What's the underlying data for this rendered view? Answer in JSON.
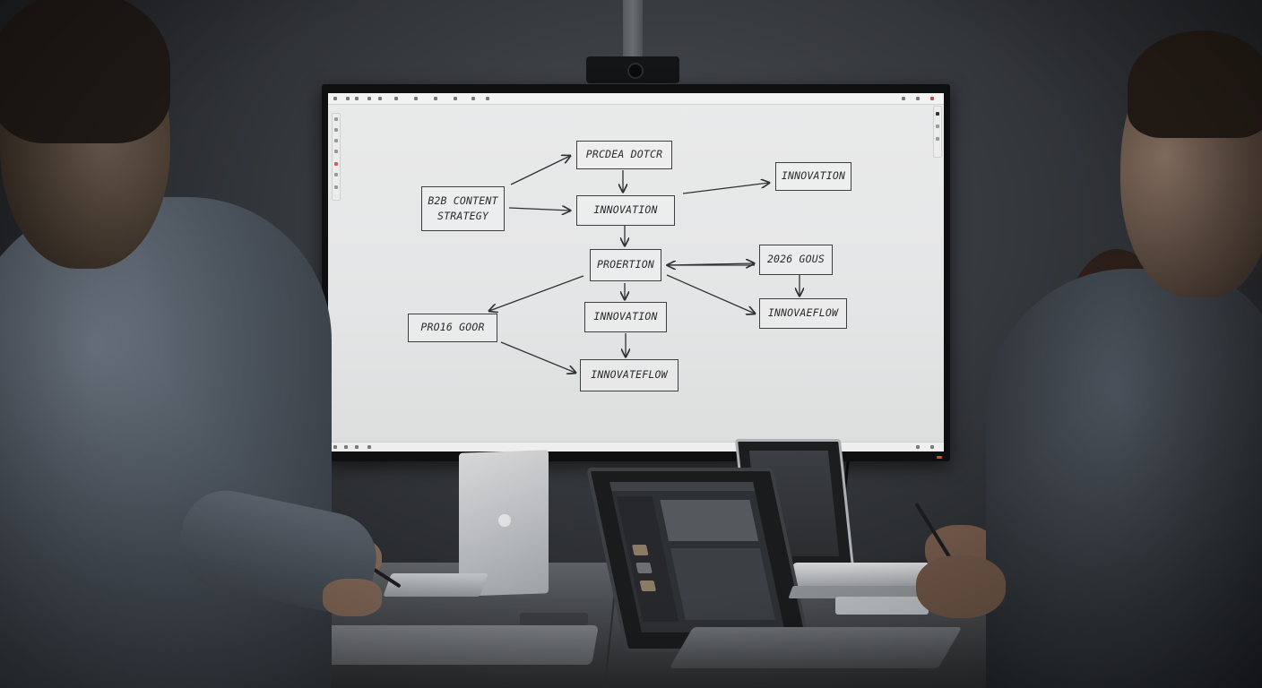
{
  "scene": {
    "description_tag": "meeting-room-presentation",
    "colors": {
      "wall": "#34373b",
      "screen": "#e6e7e8",
      "ink": "#2a2b2d",
      "power_led": "#e04a2a"
    }
  },
  "flowchart": {
    "nodes": [
      {
        "id": "n1",
        "label": "PRCDEA DOTCR"
      },
      {
        "id": "n2",
        "label": "INNOVATION"
      },
      {
        "id": "n3",
        "label": "INNOVATION"
      },
      {
        "id": "n4",
        "label": "B2B CONTENT STRATEGY"
      },
      {
        "id": "n5",
        "label": "PROERTION"
      },
      {
        "id": "n6",
        "label": "2026 GOUS"
      },
      {
        "id": "n7",
        "label": "INNOVAEFLOW"
      },
      {
        "id": "n8",
        "label": "INNOVATION"
      },
      {
        "id": "n9",
        "label": "PRO16 GOOR"
      },
      {
        "id": "n10",
        "label": "INNOVATEFLOW"
      }
    ]
  }
}
